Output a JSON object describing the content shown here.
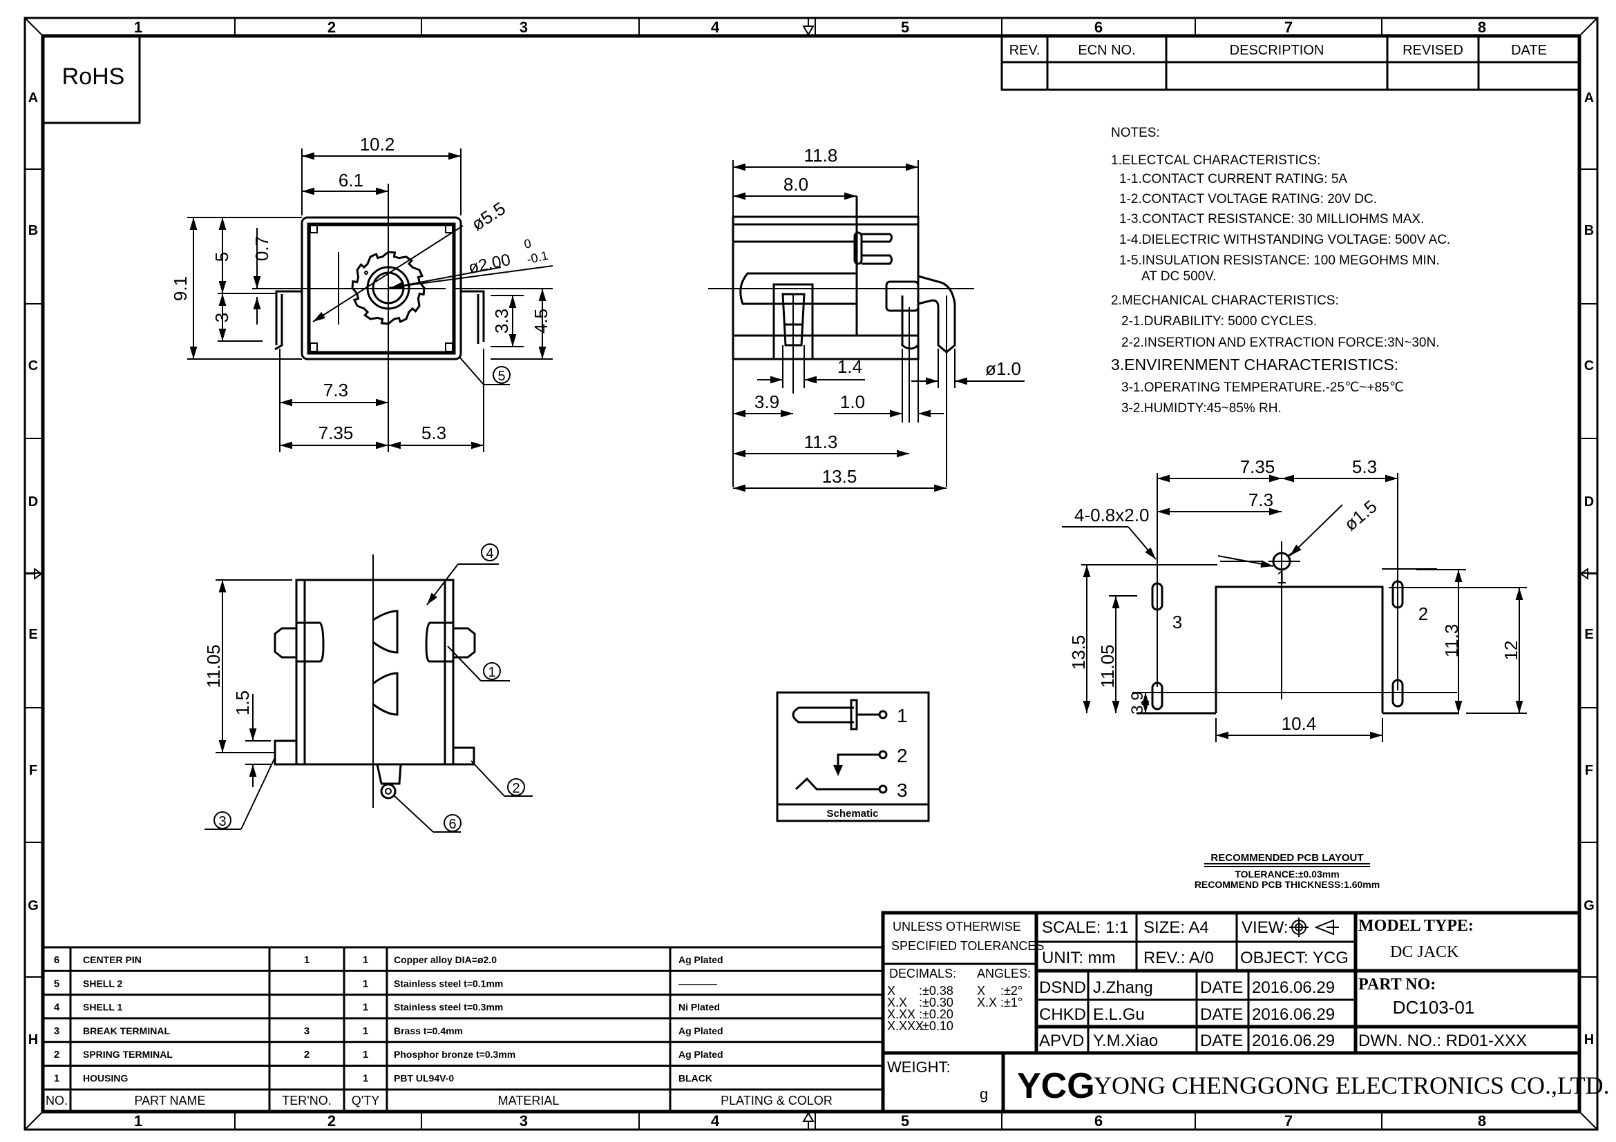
{
  "sheet": {
    "column_labels": [
      "1",
      "2",
      "3",
      "4",
      "5",
      "6",
      "7",
      "8"
    ],
    "row_labels": [
      "A",
      "B",
      "C",
      "D",
      "E",
      "F",
      "G",
      "H"
    ],
    "compliance_mark": "RoHS"
  },
  "revision_table": {
    "headers": [
      "REV.",
      "ECN NO.",
      "DESCRIPTION",
      "REVISED",
      "DATE"
    ],
    "rows": [
      [
        "",
        "",
        "",
        "",
        ""
      ]
    ]
  },
  "notes": {
    "title": "NOTES:",
    "lines": [
      "1.ELECTCAL  CHARACTERISTICS:",
      "1-1.CONTACT  CURRENT  RATING:   5A",
      "1-2.CONTACT  VOLTAGE  RATING:  20V  DC.",
      "1-3.CONTACT  RESISTANCE:  30  MILLIOHMS  MAX.",
      "1-4.DIELECTRIC  WITHSTANDING  VOLTAGE:  500V  AC.",
      "1-5.INSULATION  RESISTANCE:  100  MEGOHMS  MIN.",
      "AT  DC  500V.",
      "2.MECHANICAL  CHARACTERISTICS:",
      "2-1.DURABILITY:  5000  CYCLES.",
      "2-2.INSERTION  AND  EXTRACTION  FORCE:3N~30N.",
      "3.ENVIRENMENT  CHARACTERISTICS:",
      "3-1.OPERATING  TEMPERATURE.-25℃~+85℃",
      "3-2.HUMIDTY:45~85%  RH."
    ]
  },
  "front_view": {
    "dims": {
      "width_total": "10.2",
      "center_offset": "6.1",
      "height_total": "9.1",
      "upper": "5",
      "lower": "3",
      "tab_gap": "0.7",
      "right_tab": "3.3",
      "right_total": "4.5",
      "pin_left_to_center": "7.3",
      "pin_left_to_center_b": "7.35",
      "center_to_right_pin": "5.3",
      "outer_dia": "ø5.5",
      "pin_dia": "ø2.00",
      "pin_tol_upper": "0",
      "pin_tol_lower": "-0.1"
    },
    "callouts": [
      "5"
    ]
  },
  "side_view": {
    "dims": {
      "d11_8": "11.8",
      "d8_0": "8.0",
      "d1_4": "1.4",
      "d3_9": "3.9",
      "d1_0": "1.0",
      "d11_3": "11.3",
      "d13_5": "13.5",
      "pin_dia": "ø1.0"
    }
  },
  "bottom_view": {
    "dims": {
      "d11_05": "11.05",
      "d1_5": "1.5"
    },
    "callouts": [
      "4",
      "1",
      "2",
      "3",
      "6"
    ]
  },
  "schematic": {
    "pins": [
      "1",
      "2",
      "3"
    ],
    "caption": "Schematic"
  },
  "pcb_layout": {
    "dims": {
      "top_a": "7.35",
      "top_b": "5.3",
      "mid": "7.3",
      "slot": "4-0.8x2.0",
      "hole": "ø1.5",
      "h13_5": "13.5",
      "h11_05": "11.05",
      "h3_9": "3.9",
      "h11_3": "11.3",
      "h12": "12",
      "w10_4": "10.4"
    },
    "pin_labels": [
      "1",
      "2",
      "3"
    ],
    "title": "RECOMMENDED  PCB  LAYOUT",
    "tolerance": "TOLERANCE:±0.03mm",
    "thickness": "RECOMMEND  PCB  THICKNESS:1.60mm"
  },
  "parts_list": {
    "headers": [
      "NO.",
      "PART  NAME",
      "TER'NO.",
      "Q'TY",
      "MATERIAL",
      "PLATING  &  COLOR"
    ],
    "rows": [
      [
        "6",
        "CENTER  PIN",
        "1",
        "1",
        "Copper alloy   DIA=ø2.0",
        "Ag Plated"
      ],
      [
        "5",
        "SHELL  2",
        "",
        "1",
        "Stainless steel   t=0.1mm",
        "————"
      ],
      [
        "4",
        "SHELL  1",
        "",
        "1",
        "Stainless steel   t=0.3mm",
        "Ni Plated"
      ],
      [
        "3",
        "BREAK  TERMINAL",
        "3",
        "1",
        "Brass t=0.4mm",
        "Ag Plated"
      ],
      [
        "2",
        "SPRING  TERMINAL",
        "2",
        "1",
        "Phosphor bronze   t=0.3mm",
        "Ag Plated"
      ],
      [
        "1",
        "HOUSING",
        "",
        "1",
        "PBT  UL94V-0",
        "BLACK"
      ]
    ]
  },
  "title_block": {
    "tolerance_heading_1": "UNLESS  OTHERWISE",
    "tolerance_heading_2": "SPECIFIED  TOLERANCES",
    "decimals_label": "DECIMALS:",
    "angles_label": "ANGLES:",
    "decimals": [
      [
        "X",
        ":±0.38"
      ],
      [
        "X.X",
        ":±0.30"
      ],
      [
        "X.XX",
        ":±0.20"
      ],
      [
        "X.XXX",
        ":±0.10"
      ]
    ],
    "angles": [
      [
        "X",
        ":±2°"
      ],
      [
        "X.X",
        ":±1°"
      ]
    ],
    "weight_label": "WEIGHT:",
    "weight_unit": "g",
    "scale": "SCALE:  1:1",
    "size": "SIZE:  A4",
    "view": "VIEW:",
    "unit": "UNIT:  mm",
    "rev": "REV.:  A/0",
    "object": "OBJECT:  YCG",
    "model_type_label": "MODEL  TYPE:",
    "model_type": "DC  JACK",
    "part_no_label": "PART  NO:",
    "part_no": "DC103-01",
    "dwn_no": "DWN.  NO.:  RD01-XXX",
    "signoffs": [
      {
        "role": "DSND",
        "name": "J.Zhang",
        "date_label": "DATE",
        "date": "2016.06.29"
      },
      {
        "role": "CHKD",
        "name": "E.L.Gu",
        "date_label": "DATE",
        "date": "2016.06.29"
      },
      {
        "role": "APVD",
        "name": "Y.M.Xiao",
        "date_label": "DATE",
        "date": "2016.06.29"
      }
    ],
    "company_logo": "YCG",
    "company_name": "YONG  CHENGGONG  ELECTRONICS  CO.,LTD."
  }
}
